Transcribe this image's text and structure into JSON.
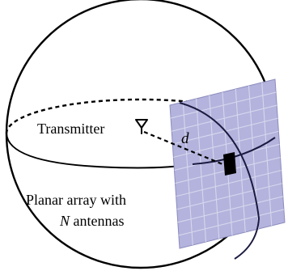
{
  "labels": {
    "transmitter": "Transmitter",
    "distance": "d",
    "array_line1": "Planar array with",
    "array_line2_var": "N",
    "array_line2_rest": " antennas"
  },
  "colors": {
    "outline": "#000000",
    "equator_front": "#1a1a40",
    "panel_fill": "#b3b3dd",
    "panel_grid": "#d7d7ee",
    "panel_edge": "#8c8cbf",
    "element": "#000000"
  },
  "icons": {
    "transmitter": "antenna-icon"
  }
}
